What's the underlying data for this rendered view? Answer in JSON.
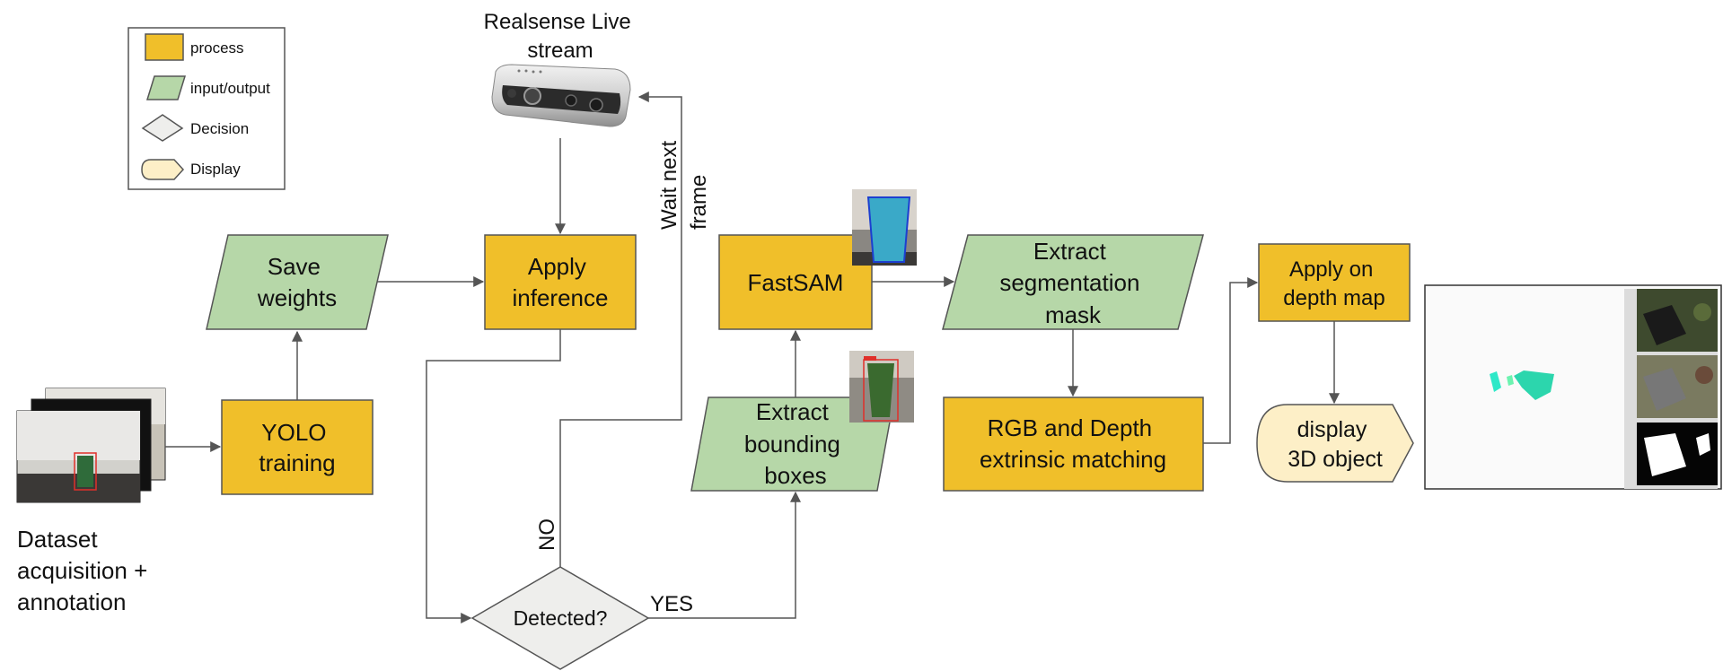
{
  "legend": {
    "process": "process",
    "io": "input/output",
    "decision": "Decision",
    "display": "Display"
  },
  "nodes": {
    "dataset": [
      "Dataset",
      "acquisition +",
      "annotation"
    ],
    "yolo_training": [
      "YOLO",
      "training"
    ],
    "save_weights": [
      "Save",
      "weights"
    ],
    "realsense": [
      "Realsense Live",
      "stream"
    ],
    "apply_inference": [
      "Apply",
      "inference"
    ],
    "detected": "Detected?",
    "fastsam": "FastSAM",
    "extract_bboxes": [
      "Extract",
      "bounding",
      "boxes"
    ],
    "extract_mask": [
      "Extract",
      "segmentation",
      "mask"
    ],
    "rgb_depth": [
      "RGB and Depth",
      "extrinsic matching"
    ],
    "apply_depth": [
      "Apply on",
      "depth map"
    ],
    "display_3d": [
      "display",
      "3D object"
    ]
  },
  "edges": {
    "no": "NO",
    "yes": "YES",
    "wait": [
      "Wait next",
      "frame"
    ]
  },
  "colors": {
    "process": "#f0bf2a",
    "io": "#b6d7a8",
    "decision": "#eeeeec",
    "display": "#fdefc7",
    "stroke": "#555555",
    "arrow": "#555555"
  }
}
